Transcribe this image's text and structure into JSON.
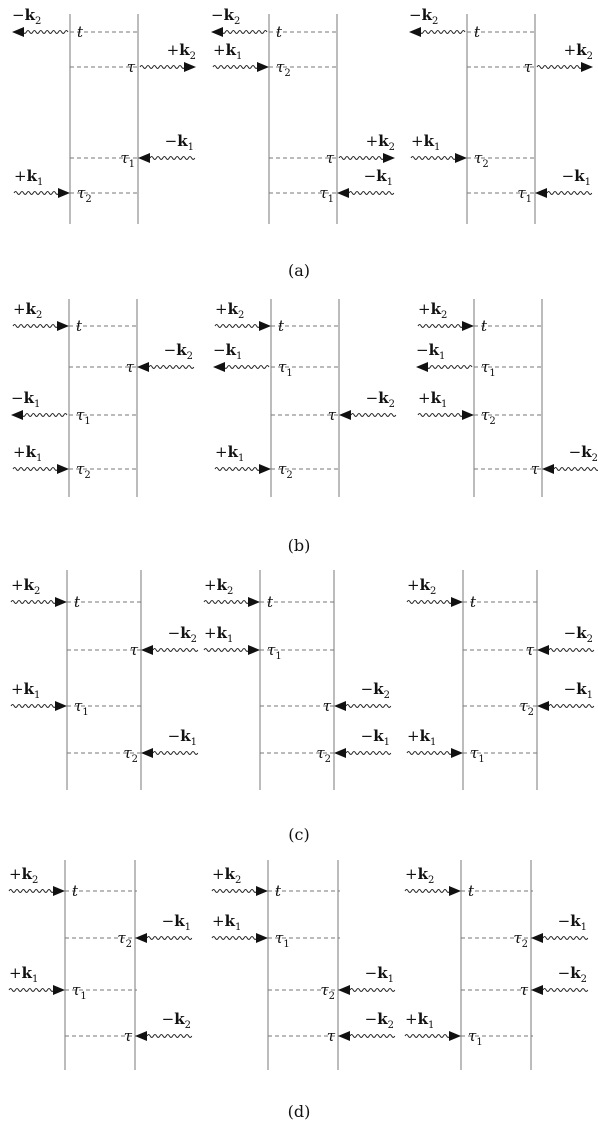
{
  "captions": [
    "(a)",
    "(b)",
    "(c)",
    "(d)"
  ],
  "panels": [
    {
      "caption": "(a)",
      "diagrams": [
        {
          "rows": [
            {
              "time": "t",
              "photon": "-k2",
              "side": "left",
              "dir": "out"
            },
            {
              "time": "τ",
              "photon": "+k2",
              "side": "right",
              "dir": "out"
            },
            {
              "time": "τ1",
              "photon": "-k1",
              "side": "right",
              "dir": "in"
            },
            {
              "time": "τ2",
              "photon": "+k1",
              "side": "left",
              "dir": "in"
            }
          ]
        },
        {
          "rows": [
            {
              "time": "t",
              "photon": "-k2",
              "side": "left",
              "dir": "out"
            },
            {
              "time": "τ2",
              "photon": "+k1",
              "side": "left",
              "dir": "in"
            },
            {
              "time": "τ",
              "photon": "+k2",
              "side": "right",
              "dir": "out"
            },
            {
              "time": "τ1",
              "photon": "-k1",
              "side": "right",
              "dir": "in"
            }
          ]
        },
        {
          "rows": [
            {
              "time": "t",
              "photon": "-k2",
              "side": "left",
              "dir": "out"
            },
            {
              "time": "τ",
              "photon": "+k2",
              "side": "right",
              "dir": "out"
            },
            {
              "time": "τ2",
              "photon": "+k1",
              "side": "left",
              "dir": "in"
            },
            {
              "time": "τ1",
              "photon": "-k1",
              "side": "right",
              "dir": "in"
            }
          ]
        }
      ]
    },
    {
      "caption": "(b)",
      "diagrams": [
        {
          "rows": [
            {
              "time": "t",
              "photon": "+k2",
              "side": "left",
              "dir": "in"
            },
            {
              "time": "τ",
              "photon": "-k2",
              "side": "right",
              "dir": "in"
            },
            {
              "time": "τ1",
              "photon": "-k1",
              "side": "left",
              "dir": "out"
            },
            {
              "time": "τ2",
              "photon": "+k1",
              "side": "left",
              "dir": "in"
            }
          ]
        },
        {
          "rows": [
            {
              "time": "t",
              "photon": "+k2",
              "side": "left",
              "dir": "in"
            },
            {
              "time": "τ1",
              "photon": "-k1",
              "side": "left",
              "dir": "out"
            },
            {
              "time": "τ",
              "photon": "-k2",
              "side": "right",
              "dir": "in"
            },
            {
              "time": "τ2",
              "photon": "+k1",
              "side": "left",
              "dir": "in"
            }
          ]
        },
        {
          "rows": [
            {
              "time": "t",
              "photon": "+k2",
              "side": "left",
              "dir": "in"
            },
            {
              "time": "τ1",
              "photon": "-k1",
              "side": "left",
              "dir": "out"
            },
            {
              "time": "τ2",
              "photon": "+k1",
              "side": "left",
              "dir": "in"
            },
            {
              "time": "τ",
              "photon": "-k2",
              "side": "right",
              "dir": "in"
            }
          ]
        }
      ]
    },
    {
      "caption": "(c)",
      "diagrams": [
        {
          "rows": [
            {
              "time": "t",
              "photon": "+k2",
              "side": "left",
              "dir": "in"
            },
            {
              "time": "τ",
              "photon": "-k2",
              "side": "right",
              "dir": "in"
            },
            {
              "time": "τ1",
              "photon": "+k1",
              "side": "left",
              "dir": "in"
            },
            {
              "time": "τ2",
              "photon": "-k1",
              "side": "right",
              "dir": "in"
            }
          ]
        },
        {
          "rows": [
            {
              "time": "t",
              "photon": "+k2",
              "side": "left",
              "dir": "in"
            },
            {
              "time": "τ1",
              "photon": "+k1",
              "side": "left",
              "dir": "in"
            },
            {
              "time": "τ",
              "photon": "-k2",
              "side": "right",
              "dir": "in"
            },
            {
              "time": "τ2",
              "photon": "-k1",
              "side": "right",
              "dir": "in"
            }
          ]
        },
        {
          "rows": [
            {
              "time": "t",
              "photon": "+k2",
              "side": "left",
              "dir": "in"
            },
            {
              "time": "τ",
              "photon": "-k2",
              "side": "right",
              "dir": "in"
            },
            {
              "time": "τ2",
              "photon": "-k1",
              "side": "right",
              "dir": "in"
            },
            {
              "time": "τ1",
              "photon": "+k1",
              "side": "left",
              "dir": "in"
            }
          ]
        }
      ]
    },
    {
      "caption": "(d)",
      "diagrams": [
        {
          "rows": [
            {
              "time": "t",
              "photon": "+k2",
              "side": "left",
              "dir": "in"
            },
            {
              "time": "τ2",
              "photon": "-k1",
              "side": "right",
              "dir": "in"
            },
            {
              "time": "τ1",
              "photon": "+k1",
              "side": "left",
              "dir": "in"
            },
            {
              "time": "τ",
              "photon": "-k2",
              "side": "right",
              "dir": "in"
            }
          ]
        },
        {
          "rows": [
            {
              "time": "t",
              "photon": "+k2",
              "side": "left",
              "dir": "in"
            },
            {
              "time": "τ1",
              "photon": "+k1",
              "side": "left",
              "dir": "in"
            },
            {
              "time": "τ2",
              "photon": "-k1",
              "side": "right",
              "dir": "in"
            },
            {
              "time": "τ",
              "photon": "-k2",
              "side": "right",
              "dir": "in"
            }
          ]
        },
        {
          "rows": [
            {
              "time": "t",
              "photon": "+k2",
              "side": "left",
              "dir": "in"
            },
            {
              "time": "τ2",
              "photon": "-k1",
              "side": "right",
              "dir": "in"
            },
            {
              "time": "τ",
              "photon": "-k2",
              "side": "right",
              "dir": "in"
            },
            {
              "time": "τ1",
              "photon": "+k1",
              "side": "left",
              "dir": "in"
            }
          ]
        }
      ]
    }
  ]
}
